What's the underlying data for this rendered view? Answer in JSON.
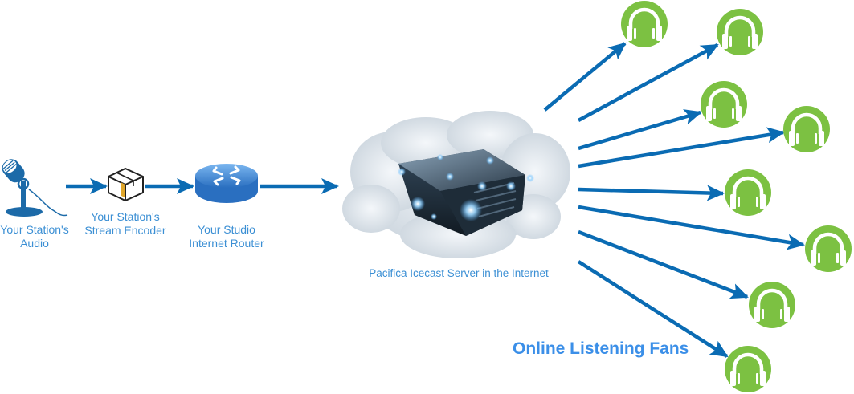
{
  "nodes": {
    "audio": {
      "label_lines": [
        "Your Station's",
        "Audio"
      ]
    },
    "encoder": {
      "label_lines": [
        "Your Station's",
        "Stream Encoder"
      ]
    },
    "router": {
      "label_lines": [
        "Your Studio",
        "Internet Router"
      ]
    },
    "server": {
      "label": "Pacifica Icecast Server in the Internet"
    }
  },
  "fans": {
    "label": "Online Listening Fans",
    "count": 8,
    "icon": "headphones-icon"
  },
  "colors": {
    "arrow": "#0a6bb3",
    "label_text": "#3b8fd4",
    "fans_title": "#3b8fe8",
    "fan_circle": "#7cc142",
    "router_blue": "#3f86d8",
    "mic_blue": "#1c6aa8"
  }
}
